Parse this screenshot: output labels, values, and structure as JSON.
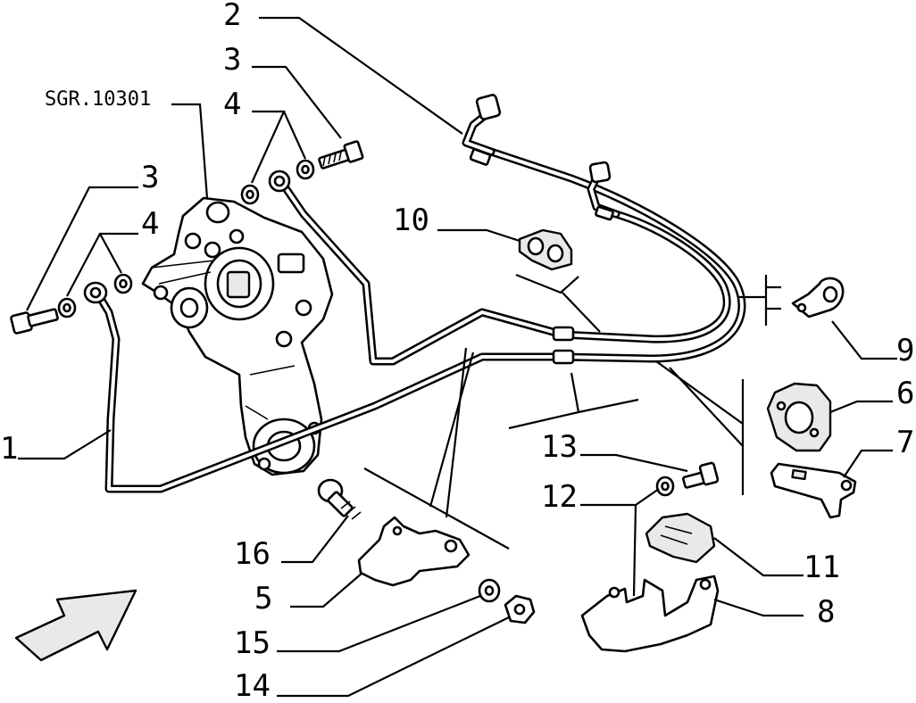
{
  "drawing_code": "SGR.10301",
  "callouts": [
    {
      "id": "1",
      "label": "1"
    },
    {
      "id": "2",
      "label": "2"
    },
    {
      "id": "3a",
      "label": "3"
    },
    {
      "id": "3b",
      "label": "3"
    },
    {
      "id": "4a",
      "label": "4"
    },
    {
      "id": "4b",
      "label": "4"
    },
    {
      "id": "5",
      "label": "5"
    },
    {
      "id": "6",
      "label": "6"
    },
    {
      "id": "7",
      "label": "7"
    },
    {
      "id": "8",
      "label": "8"
    },
    {
      "id": "9",
      "label": "9"
    },
    {
      "id": "10",
      "label": "10"
    },
    {
      "id": "11",
      "label": "11"
    },
    {
      "id": "12",
      "label": "12"
    },
    {
      "id": "13",
      "label": "13"
    },
    {
      "id": "14",
      "label": "14"
    },
    {
      "id": "15",
      "label": "15"
    },
    {
      "id": "16",
      "label": "16"
    }
  ],
  "orientation_arrow": "direction-arrow-icon"
}
